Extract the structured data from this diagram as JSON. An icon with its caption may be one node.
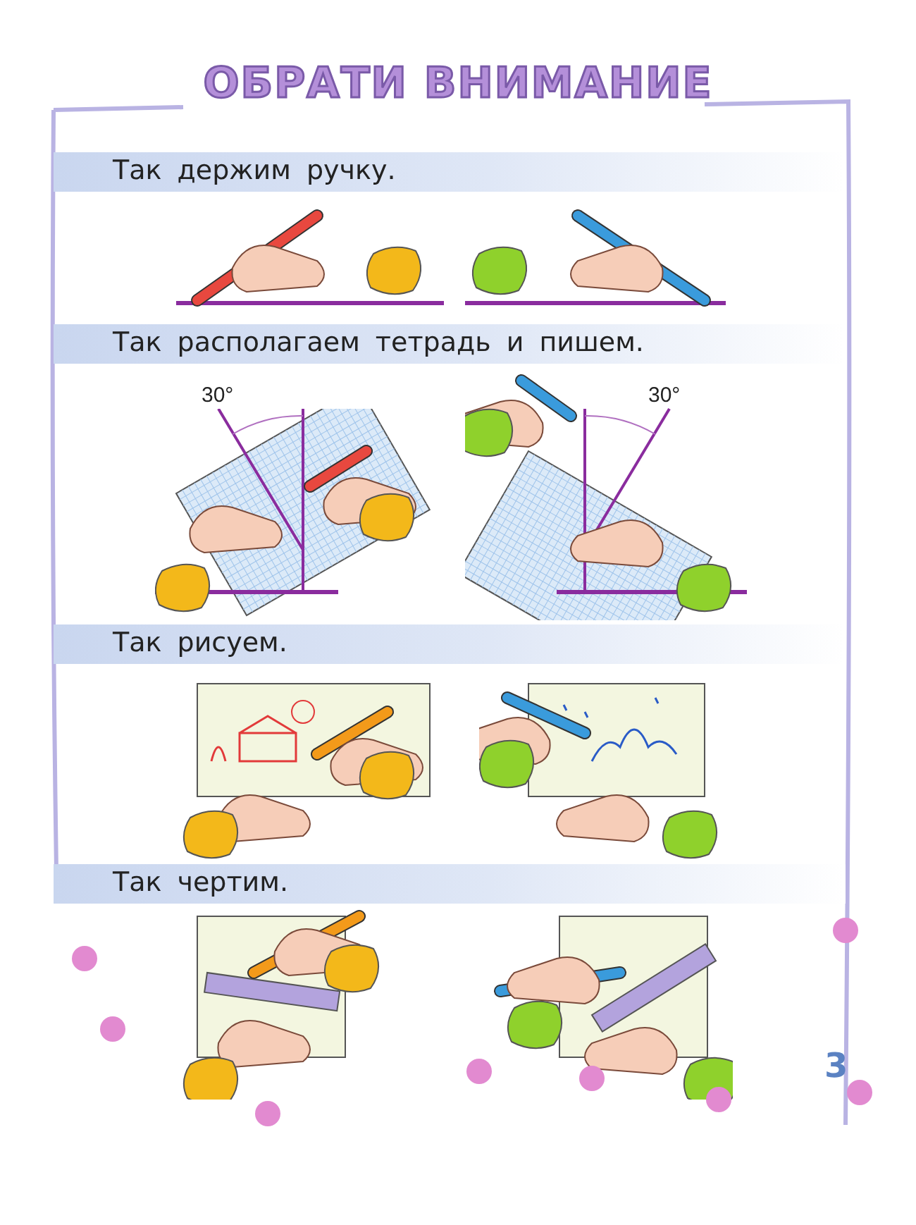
{
  "diagram": {
    "title": "ОБРАТИ ВНИМАНИЕ",
    "labels": [
      "Так держим ручку.",
      "Так располагаем тетрадь и пишем.",
      "30°",
      "30°",
      "Так рисуем.",
      "Так чертим.",
      "3"
    ]
  }
}
